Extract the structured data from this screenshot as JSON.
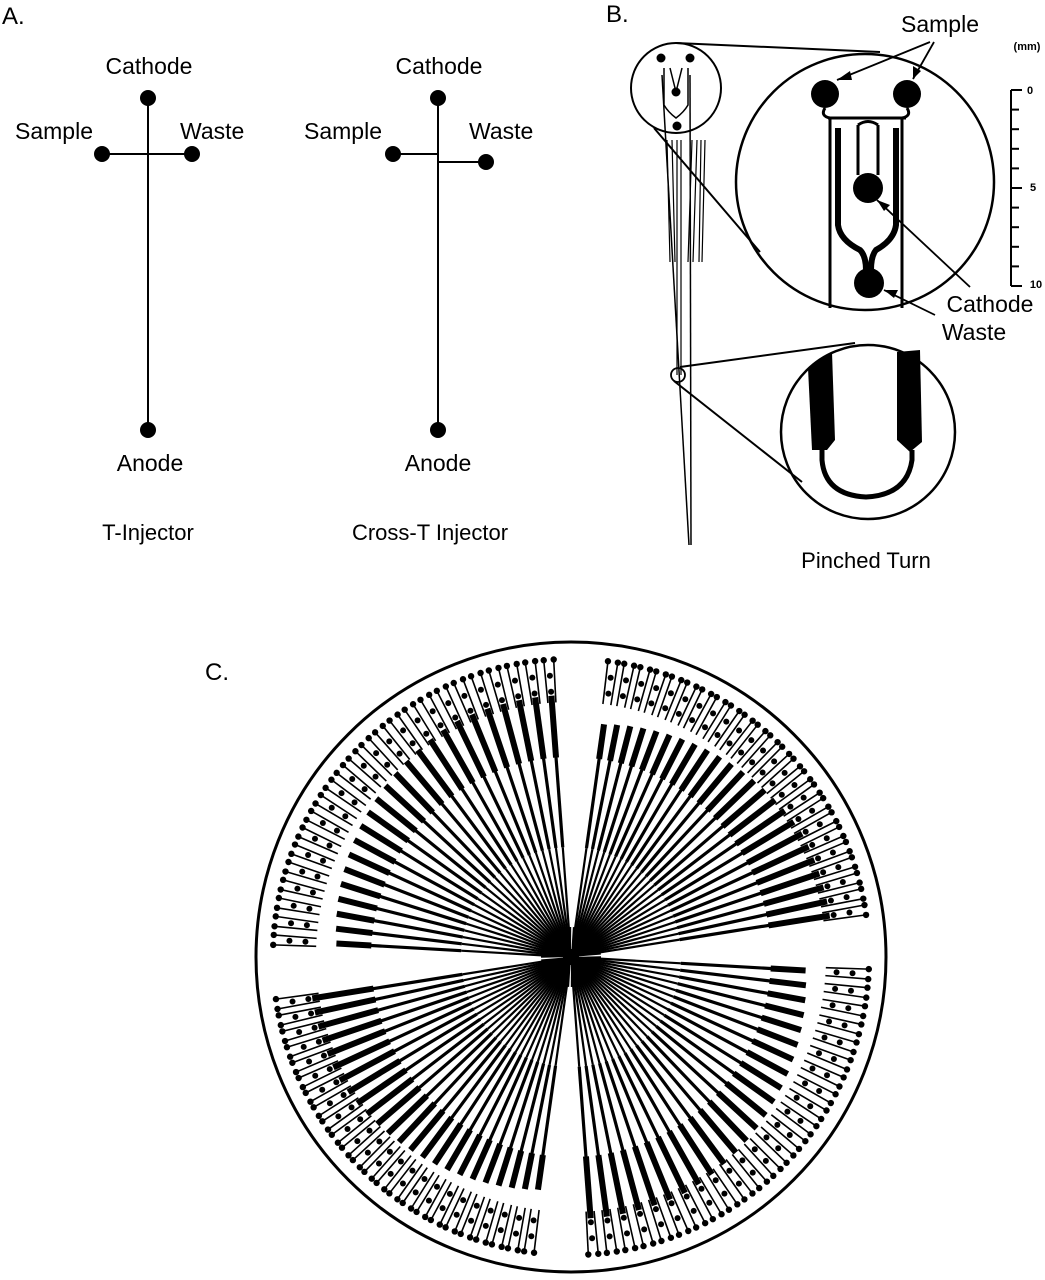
{
  "figure": {
    "panels": {
      "A": {
        "label": "A.",
        "t_injector": {
          "nodes": {
            "cathode": "Cathode",
            "sample": "Sample",
            "waste": "Waste",
            "anode": "Anode"
          },
          "caption": "T-Injector"
        },
        "cross_t_injector": {
          "nodes": {
            "cathode": "Cathode",
            "sample": "Sample",
            "waste": "Waste",
            "anode": "Anode"
          },
          "caption": "Cross-T Injector"
        }
      },
      "B": {
        "label": "B.",
        "callouts": {
          "sample": "Sample",
          "cathode": "Cathode",
          "waste": "Waste"
        },
        "scale_bar": {
          "unit": "(mm)",
          "ticks": [
            "0",
            "5",
            "10"
          ],
          "minor_divisions": 10
        },
        "inset_caption": "Pinched Turn"
      },
      "C": {
        "label": "C.",
        "description": "Radial wafer layout of 96 electrophoresis channels in four quadrants",
        "channel_count": 96,
        "quadrants": 4
      }
    }
  },
  "colors": {
    "ink": "#000000",
    "background": "#ffffff"
  }
}
